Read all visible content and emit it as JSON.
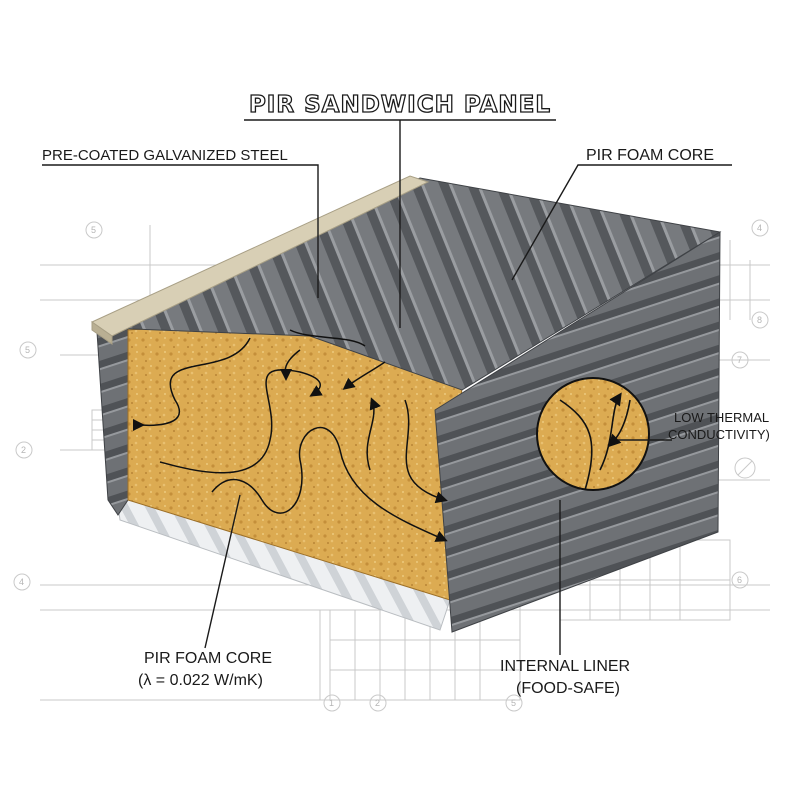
{
  "title": "PIR SANDWICH PANEL",
  "labels": {
    "steel": "PRE-COATED GALVANIZED STEEL",
    "core_top": "PIR FOAM CORE",
    "thermal_line1": "LOW THERMAL",
    "thermal_line2": "CONDUCTIVITY)",
    "core_bottom_line1": "PIR FOAM CORE",
    "core_bottom_line2": "(λ = 0.022 W/mK)",
    "liner_line1": "INTERNAL LINER",
    "liner_line2": "(FOOD-SAFE)"
  },
  "blueprint_marks": [
    "5",
    "4",
    "8",
    "7",
    "6",
    "5",
    "2",
    "4",
    "1",
    "2",
    "5"
  ],
  "colors": {
    "foam": "#d9a84e",
    "steel_dark": "#6f7276",
    "steel_light": "#8c9094",
    "cap": "#d8cfb5",
    "liner": "#e8eaec"
  }
}
